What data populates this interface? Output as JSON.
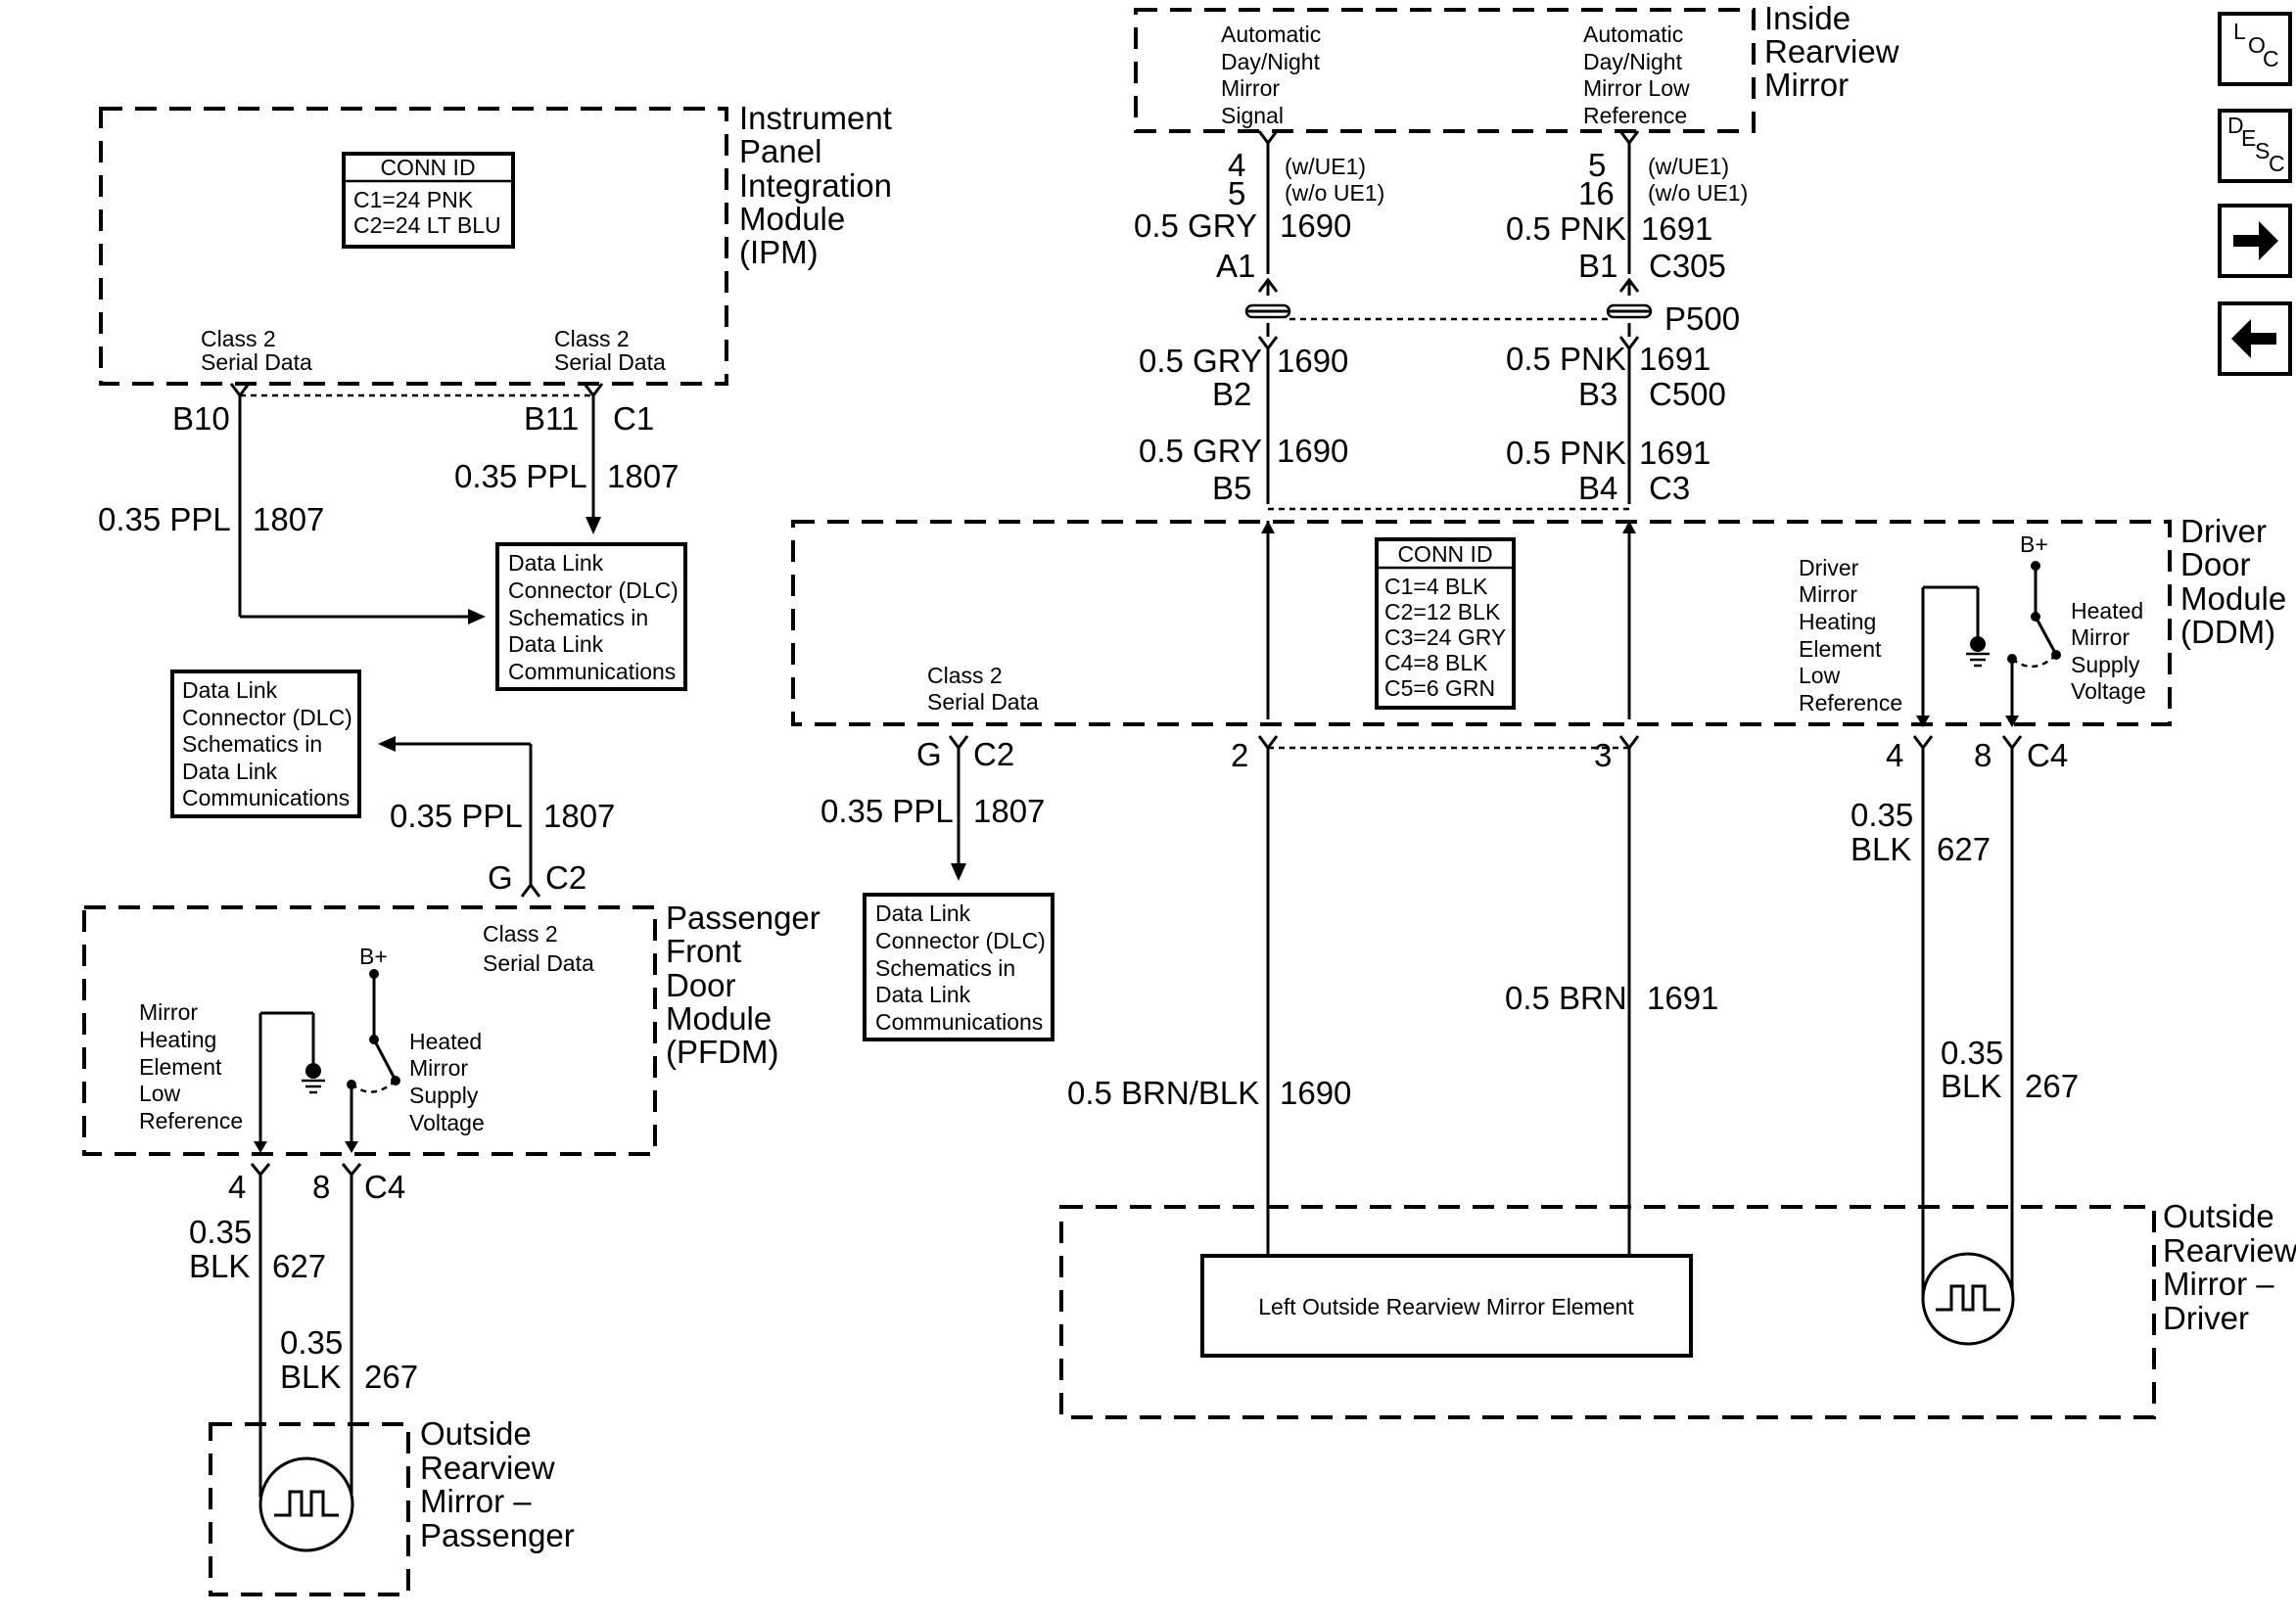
{
  "modules": {
    "ipm": {
      "name": [
        "Instrument",
        "Panel",
        "Integration",
        "Module",
        "(IPM)"
      ]
    },
    "inside_mirror": {
      "name": [
        "Inside",
        "Rearview",
        "Mirror"
      ]
    },
    "ddm": {
      "name": [
        "Driver",
        "Door",
        "Module",
        "(DDM)"
      ]
    },
    "pfdm": {
      "name": [
        "Passenger",
        "Front",
        "Door",
        "Module",
        "(PFDM)"
      ]
    },
    "outside_driver": {
      "name": [
        "Outside",
        "Rearview",
        "Mirror –",
        "Driver"
      ]
    },
    "outside_passenger": {
      "name": [
        "Outside",
        "Rearview",
        "Mirror –",
        "Passenger"
      ]
    },
    "left_mirror_element": "Left Outside Rearview Mirror Element"
  },
  "ipm_conn": {
    "title": "CONN ID",
    "lines": [
      "C1=24 PNK",
      "C2=24 LT BLU"
    ]
  },
  "ddm_conn": {
    "title": "CONN ID",
    "lines": [
      "C1=4 BLK",
      "C2=12 BLK",
      "C3=24 GRY",
      "C4=8 BLK",
      "C5=6 GRN"
    ]
  },
  "ipm_pins": {
    "left": [
      "Class 2",
      "Serial Data"
    ],
    "right": [
      "Class 2",
      "Serial Data"
    ]
  },
  "mirror_signals": {
    "signal": [
      "Automatic",
      "Day/Night",
      "Mirror",
      "Signal"
    ],
    "low_ref": [
      "Automatic",
      "Day/Night",
      "Mirror Low",
      "Reference"
    ]
  },
  "dlc_boxes": {
    "lines": [
      "Data Link",
      "Connector (DLC)",
      "Schematics in",
      "Data Link",
      "Communications"
    ]
  },
  "ddm_labels": {
    "serial": [
      "Class 2",
      "Serial Data"
    ],
    "heating_low": [
      "Driver",
      "Mirror",
      "Heating",
      "Element",
      "Low",
      "Reference"
    ],
    "heated_supply": [
      "Heated",
      "Mirror",
      "Supply",
      "Voltage"
    ],
    "bplus": "B+"
  },
  "pfdm_labels": {
    "serial": [
      "Class 2",
      "Serial Data"
    ],
    "heating_low": [
      "Mirror",
      "Heating",
      "Element",
      "Low",
      "Reference"
    ],
    "heated_supply": [
      "Heated",
      "Mirror",
      "Supply",
      "Voltage"
    ],
    "bplus": "B+"
  },
  "wire_labels": {
    "ipm": {
      "b10": "B10",
      "b11": "B11",
      "c1": "C1",
      "w1_color": "0.35 PPL",
      "w1_circuit": "1807",
      "w2_color": "0.35 PPL",
      "w2_circuit": "1807"
    },
    "mirror": {
      "pin4": "4",
      "pin5a": "5",
      "uea": "(w/UE1)",
      "ueb": "(w/o UE1)",
      "pin5b": "5",
      "pin16": "16",
      "ucc": "(w/UE1)",
      "udd": "(w/o UE1)",
      "gry1_color": "0.5 GRY",
      "gry1_circuit": "1690",
      "pnk1_color": "0.5 PNK",
      "pnk1_circuit": "1691",
      "a1": "A1",
      "b1": "B1",
      "c305": "C305",
      "p500": "P500",
      "gry2_color": "0.5 GRY",
      "gry2_circuit": "1690",
      "pnk2_color": "0.5 PNK",
      "pnk2_circuit": "1691",
      "b2": "B2",
      "b3": "B3",
      "c500": "C500",
      "gry3_color": "0.5 GRY",
      "gry3_circuit": "1690",
      "pnk3_color": "0.5 PNK",
      "pnk3_circuit": "1691",
      "b5": "B5",
      "b4": "B4",
      "c3": "C3"
    },
    "ddm": {
      "g": "G",
      "c2": "C2",
      "ppl_color": "0.35 PPL",
      "ppl_circuit": "1807",
      "pin2": "2",
      "pin3": "3",
      "pin4": "4",
      "pin8": "8",
      "c4": "C4",
      "blk627_a": "0.35",
      "blk627_b": "BLK",
      "blk627_circuit": "627",
      "blk267_a": "0.35",
      "blk267_b": "BLK",
      "blk267_circuit": "267",
      "brn_color": "0.5 BRN",
      "brn_circuit": "1691",
      "brnblk_color": "0.5 BRN/BLK",
      "brnblk_circuit": "1690"
    },
    "pfdm": {
      "g": "G",
      "c2": "C2",
      "ppl_color": "0.35 PPL",
      "ppl_circuit": "1807",
      "pin4": "4",
      "pin8": "8",
      "c4": "C4",
      "blk627_a": "0.35",
      "blk627_b": "BLK",
      "blk627_circuit": "627",
      "blk267_a": "0.35",
      "blk267_b": "BLK",
      "blk267_circuit": "267"
    }
  },
  "nav": {
    "loc": [
      "L",
      "O",
      "C"
    ],
    "desc": [
      "D",
      "E",
      "S",
      "C"
    ],
    "next": "→",
    "prev": "←"
  }
}
